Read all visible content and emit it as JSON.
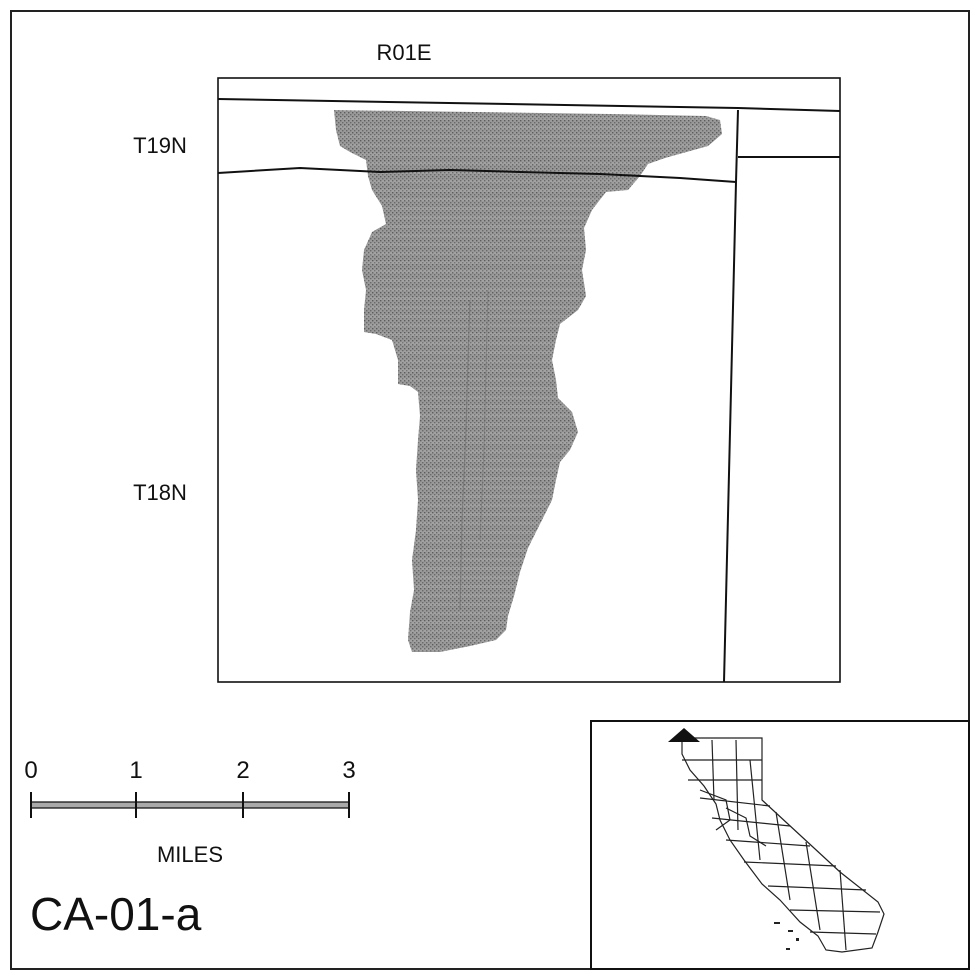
{
  "map": {
    "range_label": "R01E",
    "township_labels": [
      "T19N",
      "T18N"
    ],
    "map_id": "CA-01-a",
    "fill_color": "#8c8c8c",
    "line_color": "#111111"
  },
  "scale_bar": {
    "ticks": [
      "0",
      "1",
      "2",
      "3"
    ],
    "unit": "MILES"
  },
  "inset": {
    "region": "California",
    "marker": "north-pointing triangle locator"
  }
}
